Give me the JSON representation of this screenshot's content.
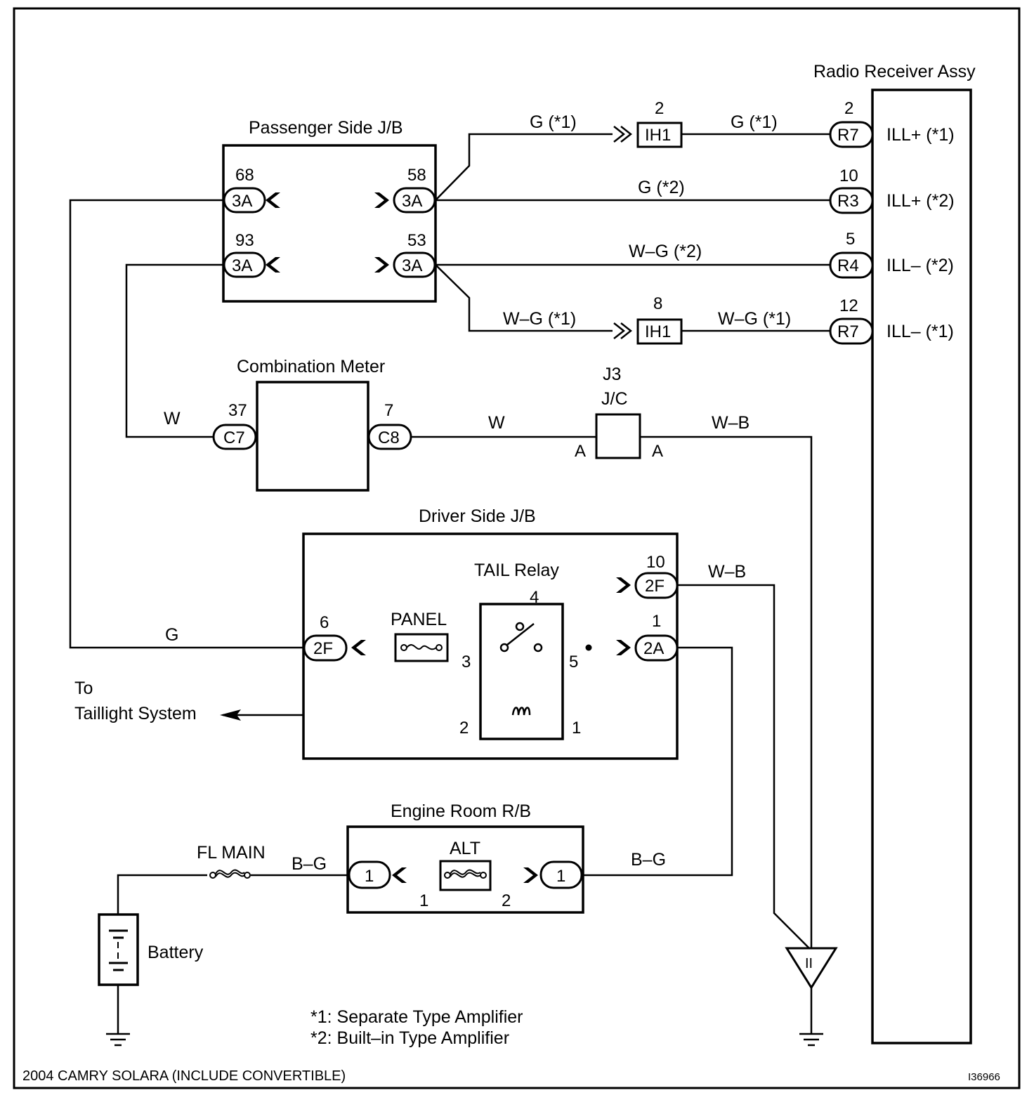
{
  "components": {
    "radio": "Radio Receiver Assy",
    "passenger_jb": "Passenger Side J/B",
    "combination_meter": "Combination Meter",
    "jc_id": "J3",
    "jc_name": "J/C",
    "driver_jb": "Driver Side J/B",
    "tail_relay": "TAIL Relay",
    "panel_fuse": "PANEL",
    "engine_rb": "Engine Room R/B",
    "alt_fuse": "ALT",
    "fl_main": "FL MAIN",
    "battery": "Battery",
    "taillight_to": "To",
    "taillight_system": "Taillight System"
  },
  "radio_pins": {
    "p1": {
      "pin": "2",
      "conn": "R7",
      "signal": "ILL+ (*1)"
    },
    "p2": {
      "pin": "10",
      "conn": "R3",
      "signal": "ILL+ (*2)"
    },
    "p3": {
      "pin": "5",
      "conn": "R4",
      "signal": "ILL–  (*2)"
    },
    "p4": {
      "pin": "12",
      "conn": "R7",
      "signal": "ILL–  (*1)"
    }
  },
  "ih1": {
    "top": {
      "pin": "2",
      "conn": "IH1"
    },
    "bottom": {
      "pin": "8",
      "conn": "IH1"
    }
  },
  "passenger_jb_pins": {
    "l1": {
      "pin": "68",
      "conn": "3A"
    },
    "r1": {
      "pin": "58",
      "conn": "3A"
    },
    "l2": {
      "pin": "93",
      "conn": "3A"
    },
    "r2": {
      "pin": "53",
      "conn": "3A"
    }
  },
  "meter_pins": {
    "left": {
      "pin": "37",
      "conn": "C7"
    },
    "right": {
      "pin": "7",
      "conn": "C8"
    }
  },
  "jc_terminals": {
    "left": "A",
    "right": "A"
  },
  "driver_jb_pins": {
    "top": {
      "pin": "10",
      "conn": "2F"
    },
    "left": {
      "pin": "6",
      "conn": "2F"
    },
    "right": {
      "pin": "1",
      "conn": "2A"
    }
  },
  "relay_terminals": {
    "t4": "4",
    "t3": "3",
    "t5": "5",
    "t2": "2",
    "t1": "1"
  },
  "engine_rb_pins": {
    "left_conn": "1",
    "right_conn": "1",
    "left_term": "1",
    "right_term": "2"
  },
  "ground_symbol": "II",
  "wires": {
    "g1_a": "G (*1)",
    "g1_b": "G (*1)",
    "g2": "G (*2)",
    "wg2": "W–G (*2)",
    "wg1_a": "W–G (*1)",
    "wg1_b": "W–G (*1)",
    "w_left": "W",
    "w_mid": "W",
    "wb_jc": "W–B",
    "wb_driver": "W–B",
    "g_main": "G",
    "bg_left": "B–G",
    "bg_right": "B–G"
  },
  "notes": {
    "n1": "*1: Separate Type Amplifier",
    "n2": "*2: Built–in Type Amplifier"
  },
  "footer": {
    "model": "2004 CAMRY SOLARA (INCLUDE CONVERTIBLE)",
    "id": "I36966"
  }
}
